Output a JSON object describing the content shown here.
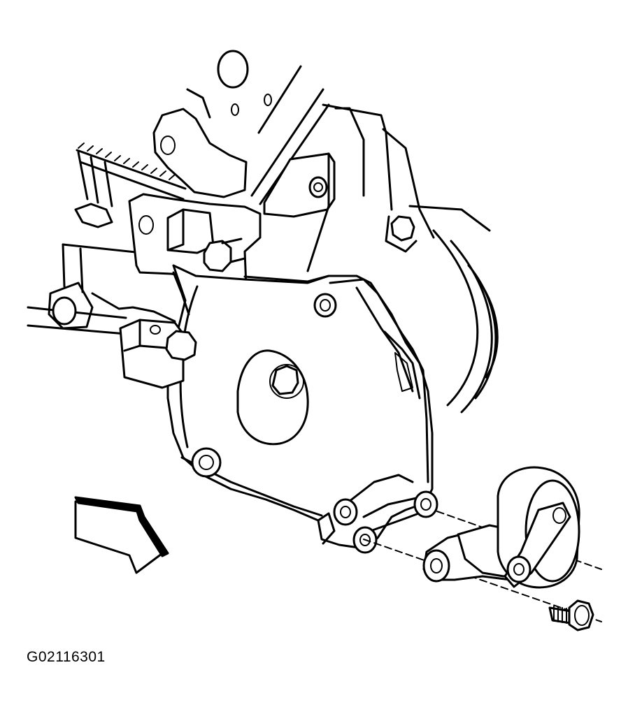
{
  "figure": {
    "caption_id": "G02116301"
  },
  "colors": {
    "line": "#000000",
    "background": "#ffffff"
  },
  "parts": {
    "engine_block": "engine-block-outline",
    "bracket": "accessory-bracket",
    "tensioner": "belt-tensioner",
    "bolt": "tensioner-bolt",
    "arrow": "view-direction-arrow"
  }
}
